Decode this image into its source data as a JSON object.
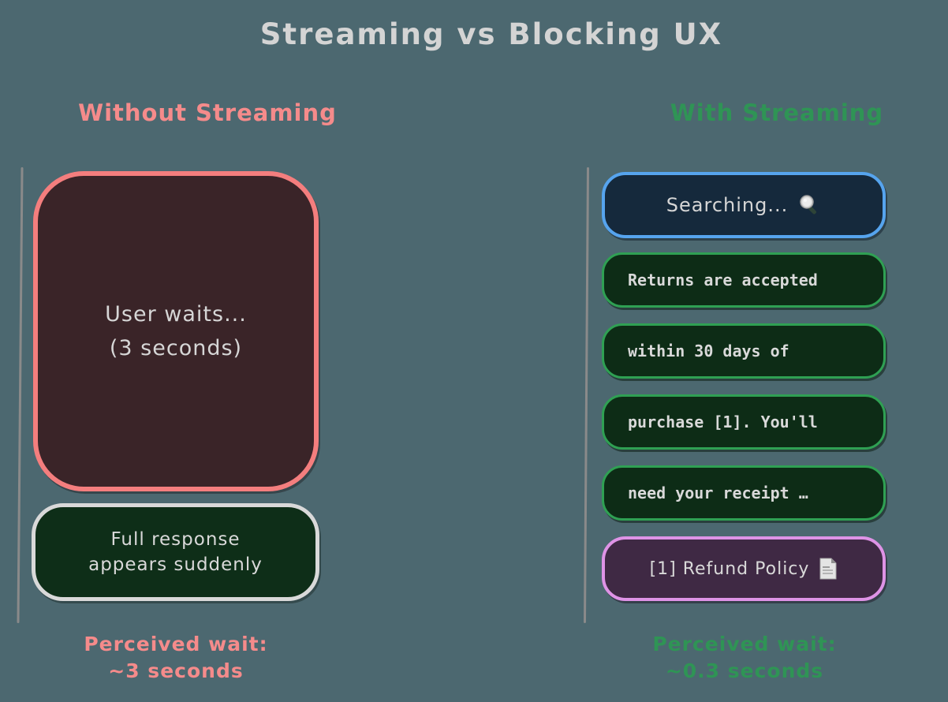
{
  "title": "Streaming vs Blocking UX",
  "colors": {
    "background": "#4c6870",
    "light_text": "#d4d4d4",
    "salmon_accent": "#f58b8b",
    "salmon_border": "#f47e7e",
    "maroon_fill": "#3a2428",
    "green_accent": "#2f9455",
    "green_border": "#2fa053",
    "dark_green_fill": "#0d2c16",
    "white_border": "#d9d9d9",
    "blue_border": "#56a4ee",
    "navy_fill": "#15293c",
    "violet_border": "#de93e6",
    "purple_fill": "#3f2944",
    "timeline_gray": "#8a8a8a"
  },
  "left_column": {
    "header": "Without Streaming",
    "wait_box": {
      "line1": "User waits...",
      "line2": "(3 seconds)"
    },
    "response_box": {
      "line1": "Full response",
      "line2": "appears suddenly"
    },
    "caption_line1": "Perceived wait:",
    "caption_line2": "~3 seconds"
  },
  "right_column": {
    "header": "With Streaming",
    "chips": [
      {
        "type": "status",
        "label": "Searching...",
        "icon": "magnifier-icon"
      },
      {
        "type": "token",
        "label": "Returns are accepted"
      },
      {
        "type": "token",
        "label": "within 30 days of"
      },
      {
        "type": "token",
        "label": "purchase [1]. You'll"
      },
      {
        "type": "token",
        "label": "need your receipt …"
      },
      {
        "type": "citation",
        "label": "[1] Refund Policy",
        "icon": "document-icon"
      }
    ],
    "caption_line1": "Perceived wait:",
    "caption_line2": "~0.3 seconds"
  }
}
